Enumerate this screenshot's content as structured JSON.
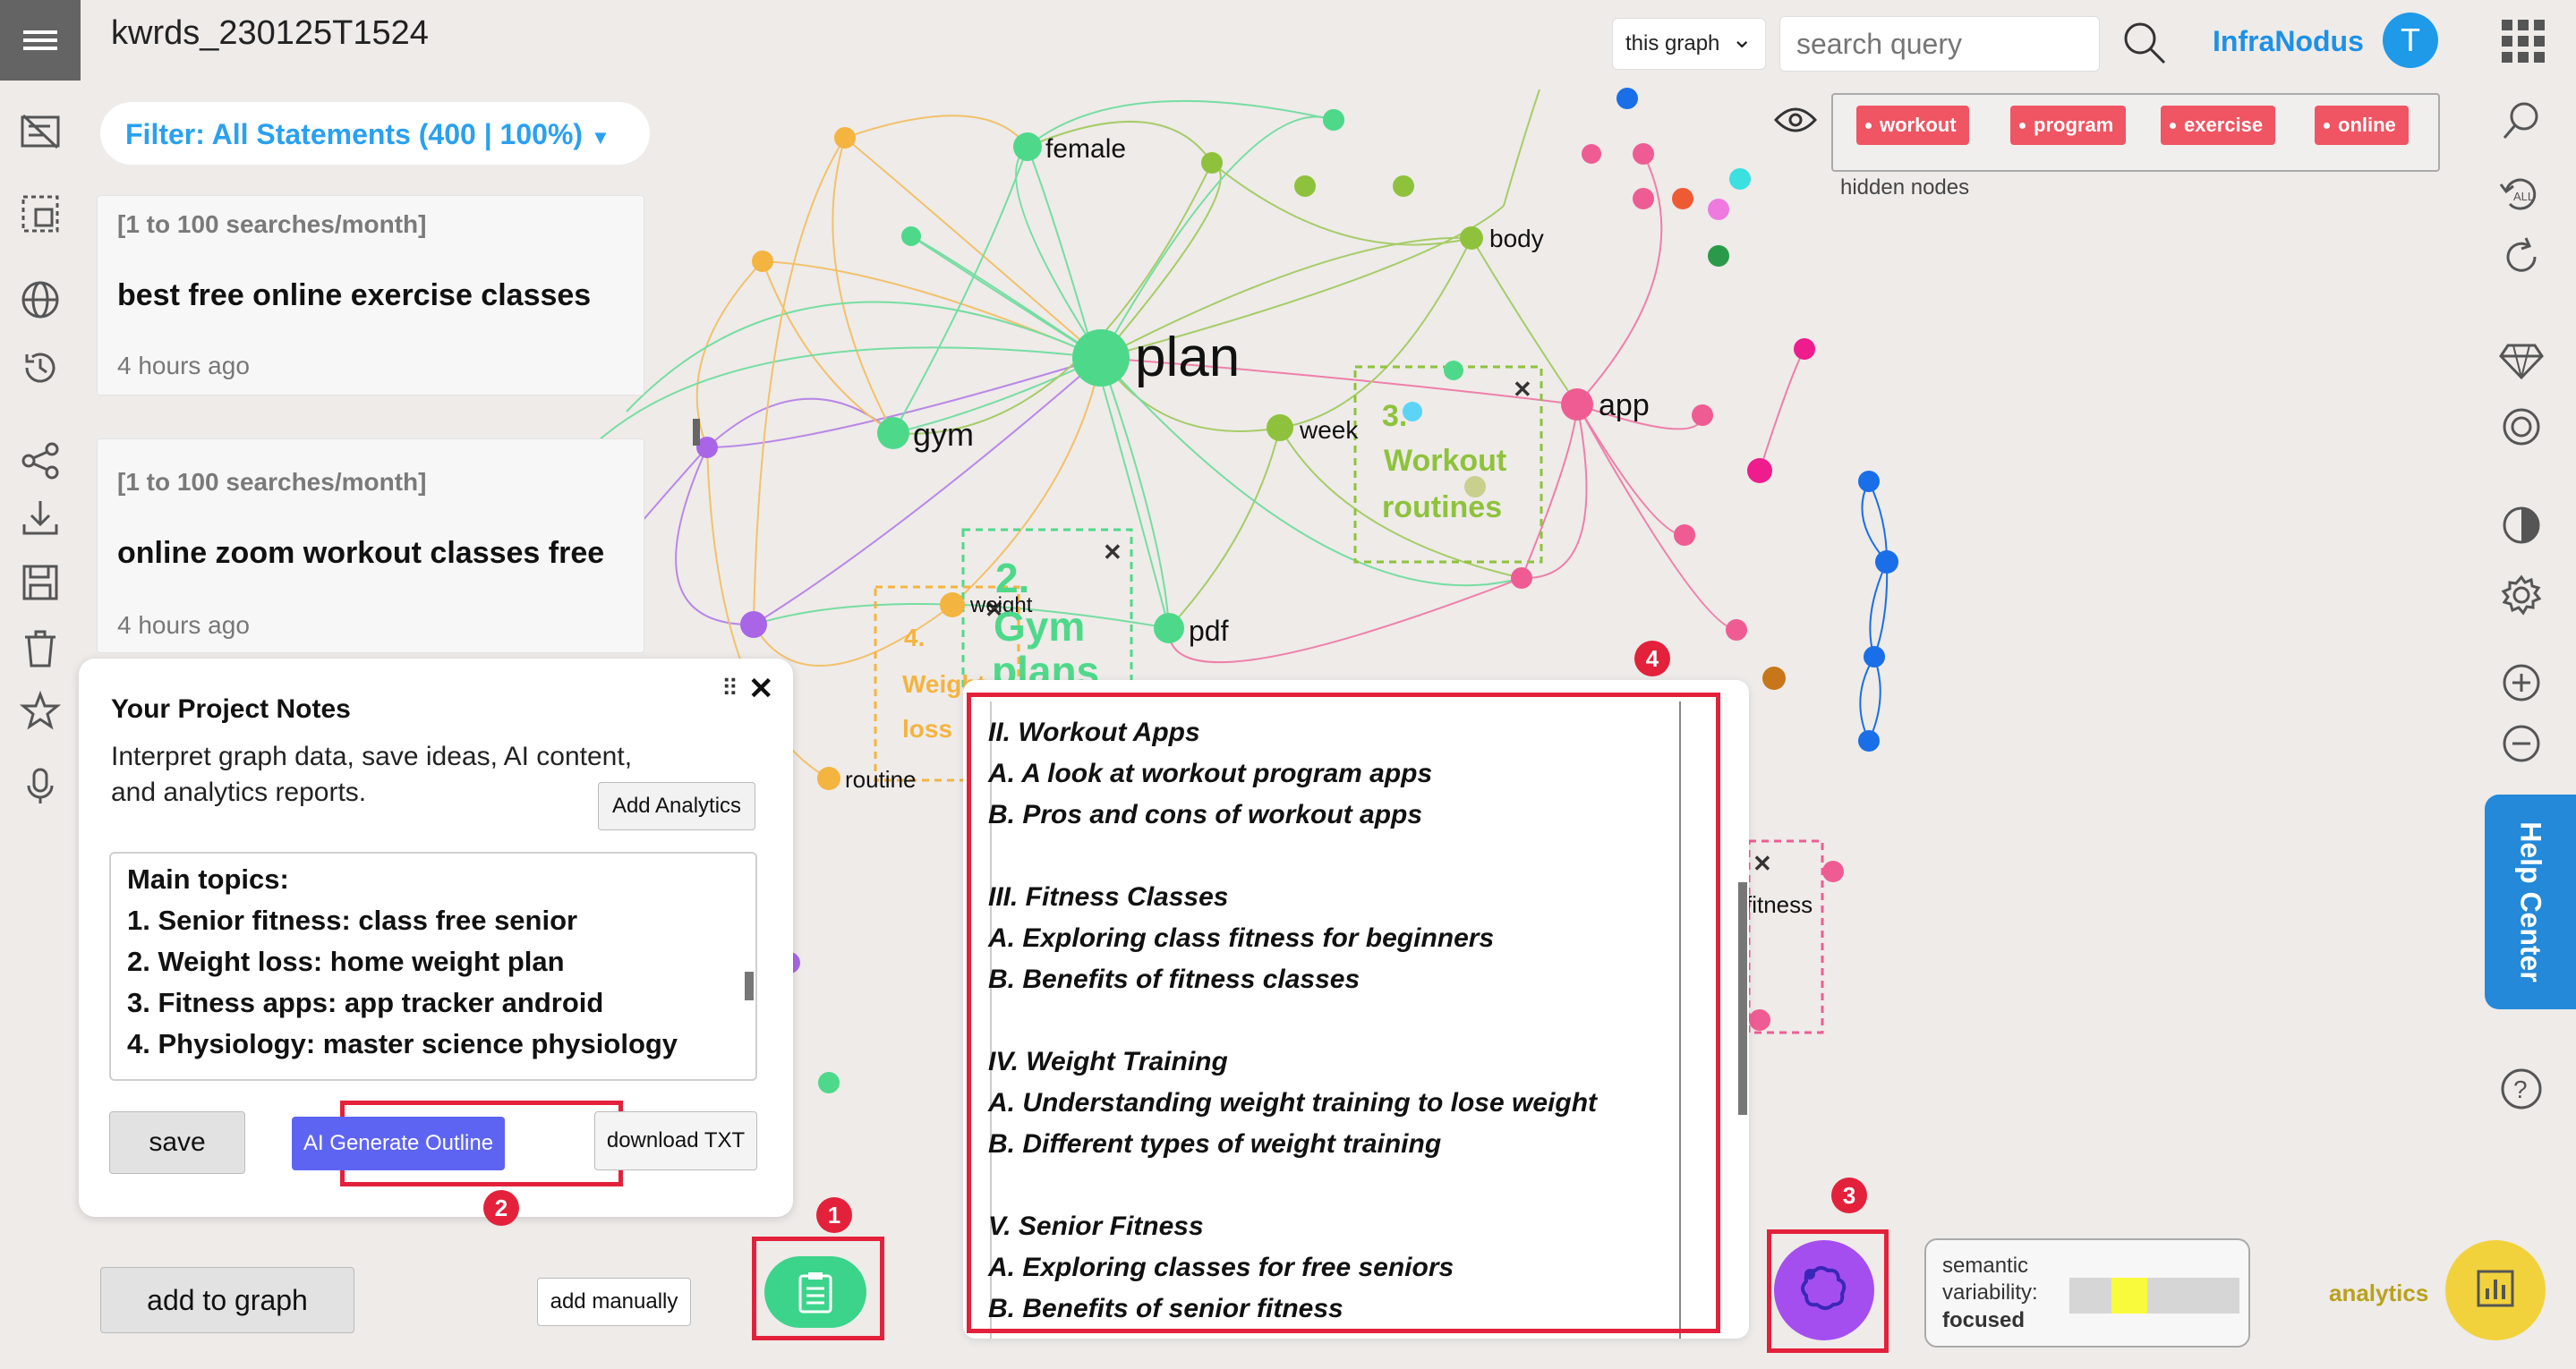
{
  "app": {
    "graph_title": "kwrds_230125T1524",
    "brand": "InfraNodus",
    "avatar_letter": "T",
    "scope_select": "this graph",
    "search_placeholder": "search query"
  },
  "filter": {
    "label": "Filter: All Statements (400 | 100%)"
  },
  "statements": [
    {
      "meta": "[1 to 100 searches/month]",
      "text": "best free online exercise classes",
      "time": "4 hours ago"
    },
    {
      "meta": "[1 to 100 searches/month]",
      "text": "online zoom workout classes free",
      "time": "4 hours ago"
    }
  ],
  "notes": {
    "title": "Your Project Notes",
    "description": "Interpret graph data, save ideas, AI content, and analytics reports.",
    "add_analytics": "Add Analytics",
    "lines": [
      "Main topics:",
      "1. Senior fitness: class free senior",
      "2. Weight loss: home weight plan",
      "3. Fitness apps: app tracker android",
      "4. Physiology: master science physiology"
    ],
    "save": "save",
    "ai_outline": "AI Generate Outline",
    "download": "download TXT",
    "close": "✕",
    "drag": "⠿"
  },
  "composer": {
    "add_to_graph": "add to graph",
    "add_manually": "add manually"
  },
  "outline": {
    "lines": [
      "II. Workout Apps",
      "A. A look at workout program apps",
      "B. Pros and cons of workout apps",
      "",
      "III. Fitness Classes",
      "A. Exploring class fitness for beginners",
      "B. Benefits of fitness classes",
      "",
      "IV. Weight Training",
      "A. Understanding weight training to lose weight",
      "B. Different types of weight training",
      "",
      "V. Senior Fitness",
      "A. Exploring classes for free seniors",
      "B. Benefits of senior fitness"
    ]
  },
  "hidden_nodes": {
    "label": "hidden nodes",
    "tags": [
      "workout",
      "program",
      "exercise",
      "online"
    ]
  },
  "variability": {
    "label": "semantic variability:",
    "value": "focused",
    "level_fraction": 0.3
  },
  "analytics": {
    "label": "analytics"
  },
  "help": {
    "label": "Help Center"
  },
  "badges": [
    "1",
    "2",
    "3",
    "4"
  ],
  "graph": {
    "node_labels": {
      "plan": "plan",
      "gym": "gym",
      "female": "female",
      "body": "body",
      "week": "week",
      "app": "app",
      "pdf": "pdf",
      "weight": "weight",
      "routine": "routine",
      "fitness": "fitness"
    },
    "clusters": [
      {
        "num": "3.",
        "label1": "Workout",
        "label2": "routines"
      },
      {
        "num": "2.",
        "label1": "Gym",
        "label2": "plans"
      },
      {
        "num": "4.",
        "label1": "Weight",
        "label2": "loss"
      }
    ]
  },
  "colors": {
    "accent": "#1e90e6",
    "red_frame": "#e3213b",
    "tag": "#ef5562",
    "ai_button": "#5e64f2"
  },
  "icons": {
    "left_sidebar": [
      "text-editor-icon",
      "select-icon",
      "globe-icon",
      "history-icon",
      "share-icon",
      "download-icon",
      "save-icon",
      "trash-icon",
      "star-icon",
      "mic-icon"
    ],
    "right_sidebar": [
      "search-zoom-icon",
      "undo-all-icon",
      "refresh-icon",
      "diamond-icon",
      "circle-icon",
      "contrast-icon",
      "settings-icon",
      "zoom-in-icon",
      "zoom-out-icon",
      "help-icon"
    ]
  }
}
